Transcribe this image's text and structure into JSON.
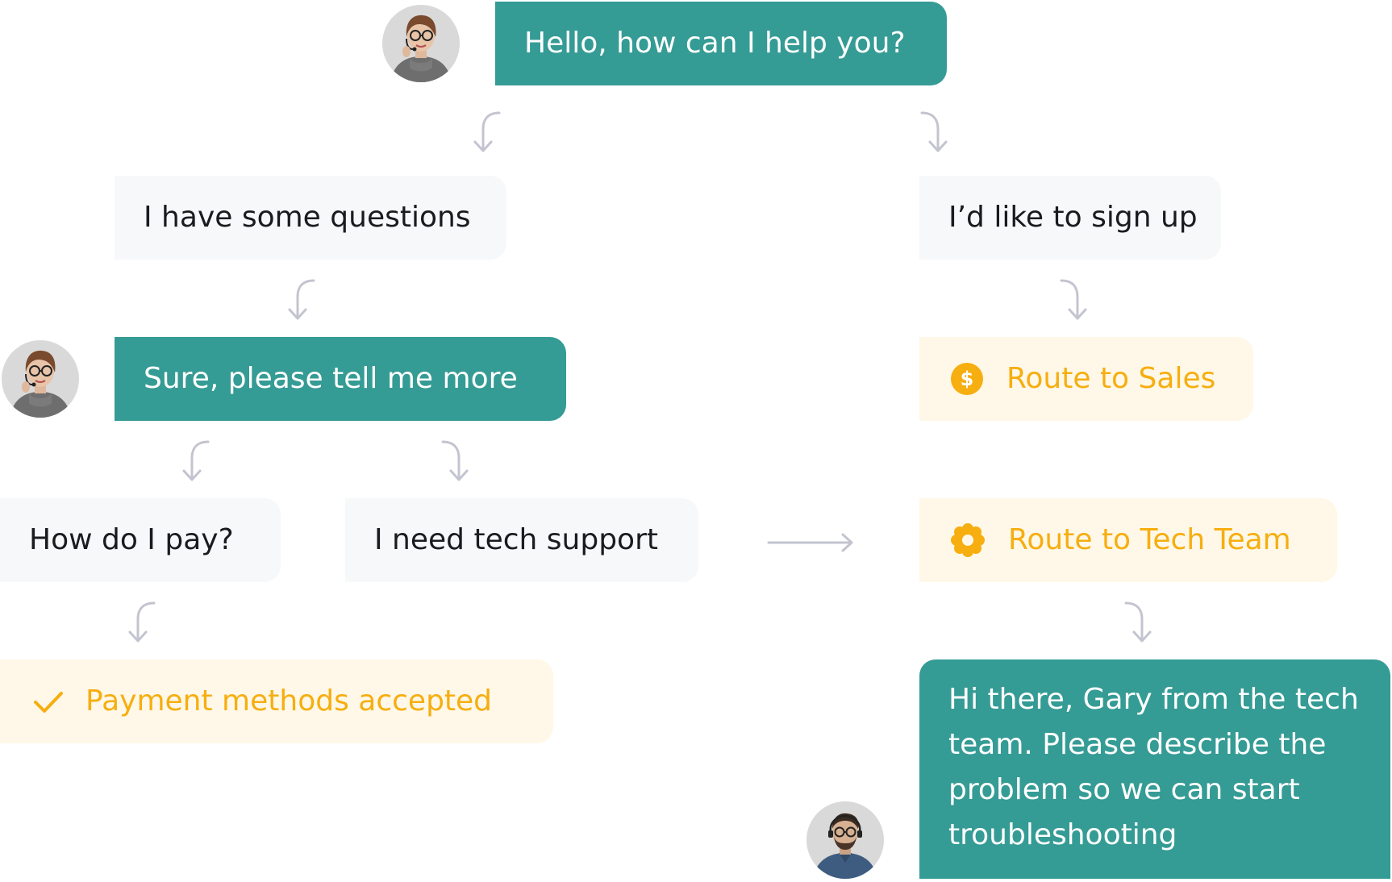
{
  "colors": {
    "bot_bubble": "#359b95",
    "user_bubble": "#f7f8fa",
    "route_bubble": "#fff8e8",
    "route_text": "#f6ae10",
    "arrow": "#c4c4d0"
  },
  "nodes": {
    "greeting": "Hello, how can I help you?",
    "questions": "I have some questions",
    "signup": "I’d like to sign up",
    "tell_more": "Sure, please tell me more",
    "route_sales": "Route to Sales",
    "how_pay": "How do I pay?",
    "tech_support": "I need tech support",
    "route_tech": "Route to Tech Team",
    "payment_methods": "Payment methods accepted",
    "gary_reply": "Hi there, Gary from the tech team. Please describe the problem so we can start troubleshooting"
  },
  "icons": {
    "sales": "dollar-coin-icon",
    "tech": "gear-icon",
    "payment": "check-icon",
    "agent_female": "support-agent-avatar",
    "agent_male": "tech-agent-avatar"
  }
}
